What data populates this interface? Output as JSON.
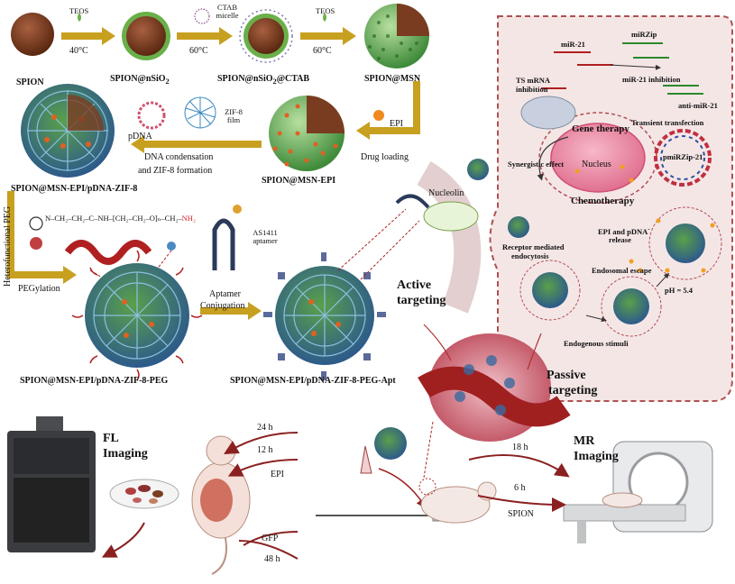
{
  "synthesis": {
    "spion": "SPION",
    "teos_1": "TEOS",
    "temp_1": "40°C",
    "spion_nsio2": "SPION@nSiO",
    "sub_2": "2",
    "ctab_micelle": "CTAB micelle",
    "temp_2": "60°C",
    "spion_nsio2_ctab_a": "SPION@nSiO",
    "spion_nsio2_ctab_b": "@CTAB",
    "teos_2": "TEOS",
    "temp_3": "60°C",
    "spion_msn": "SPION@MSN",
    "epi": "EPI",
    "drug_loading": "Drug loading",
    "spion_msn_epi": "SPION@MSN-EPI",
    "pdna": "pDNA",
    "zif8_film": "ZIF-8 film",
    "dna_condensation": "DNA condensation",
    "zif8_formation": "and ZIF-8 formation",
    "spion_msn_epi_pdna_zif8": "SPION@MSN-EPI/pDNA-ZIF-8",
    "hetero_peg": "Heterofunctional PEG",
    "pegylation": "PEGylation",
    "peg_formula_left": "N–CH₂–CH₂–C–NH–[CH₂–CH₂–O]ₙ–CH₂–",
    "peg_formula_nh2": "NH₂",
    "aptamer_label": "AS1411 aptamer",
    "aptamer_conj_1": "Aptamer",
    "aptamer_conj_2": "Conjugation",
    "peg_np": "SPION@MSN-EPI/pDNA-ZIF-8-PEG",
    "apt_np": "SPION@MSN-EPI/pDNA-ZIF-8-PEG-Apt"
  },
  "cell": {
    "mir21": "miR-21",
    "mirzip": "miRZip",
    "ts_mrna_1": "TS mRNA",
    "ts_mrna_2": "inhibition",
    "mir21_inhibition": "miR-21 inhibition",
    "anti_mir21": "anti-miR-21",
    "transient_transfection": "Transient transfection",
    "pmirzip": "pmiRZip-21",
    "gene_therapy": "Gene therapy",
    "chemotherapy": "Chemotherapy",
    "nucleus": "Nucleus",
    "synergistic": "Synergistic effect",
    "nucleolin": "Nucleolin",
    "receptor_1": "Receptor mediated",
    "receptor_2": "endocytosis",
    "endosomal_escape": "Endosomal escape",
    "release_1": "EPI and pDNA",
    "release_2": "release",
    "ph": "pH = 5.4",
    "endogenous": "Endogenous stimuli"
  },
  "targeting": {
    "active_1": "Active",
    "active_2": "targeting",
    "passive_1": "Passive",
    "passive_2": "targeting"
  },
  "imaging": {
    "fl_1": "FL",
    "fl_2": "Imaging",
    "h24": "24 h",
    "h12": "12 h",
    "epi": "EPI",
    "gfp": "GFP",
    "h48": "48 h",
    "mr_1": "MR",
    "mr_2": "Imaging",
    "h18": "18 h",
    "h6": "6 h",
    "spion": "SPION"
  },
  "colors": {
    "arrow_gold": "#c8a020",
    "arrow_red": "#8b2020",
    "silica_green": "#5aa04a",
    "spion_brown": "#7a3c20",
    "cell_fill": "#f5e6e6",
    "cell_border": "#b05050"
  }
}
